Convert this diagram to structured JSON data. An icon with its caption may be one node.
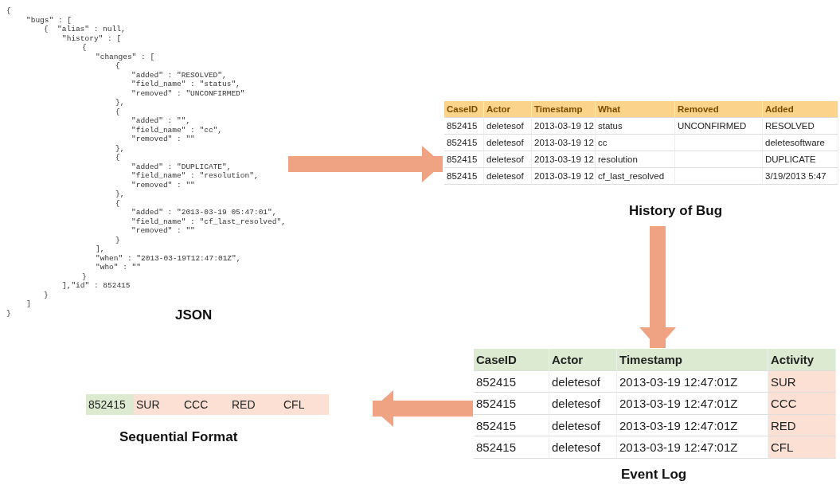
{
  "diagram": {
    "nodes": [
      {
        "text": [
          "{",
          "\"bugs\" : [",
          "{  \"alias\" : null,",
          "\"history\" : [",
          "{",
          "\"changes\" : [",
          "{",
          "\"added\" : \"RESOLVED\",",
          "\"field_name\" : \"status\",",
          "\"removed\" : \"UNCONFIRMED\"",
          "},",
          "{",
          "\"added\" : \"\",",
          "\"field_name\" : \"cc\",",
          "\"removed\" : \"\"",
          "},",
          "{",
          "\"added\" : \"DUPLICATE\",",
          "\"field_name\" : \"resolution\",",
          "\"removed\" : \"\"",
          "},",
          "{",
          "\"added\" : \"2013-03-19 05:47:01\",",
          "\"field_name\" : \"cf_last_resolved\",",
          "\"removed\" : \"\"",
          "}",
          "],",
          "\"when\" : \"2013-03-19T12:47:01Z\",",
          "\"who\" : \"\"",
          "}",
          "],\"id\" : 852415",
          "}",
          "]",
          "}"
        ],
        "beside": [
          "JSON"
        ]
      },
      {
        "text": [
          "CaseID",
          "Actor",
          "Timestamp",
          "What",
          "Removed",
          "Added",
          "852415",
          "deletesof",
          "2013-03-19 12",
          "status",
          "UNCONFIRMED",
          "RESOLVED",
          "852415",
          "deletesof",
          "2013-03-19 12",
          "cc",
          "deletesoftware",
          "852415",
          "deletesof",
          "2013-03-19 12",
          "resolution",
          "DUPLICATE",
          "852415",
          "deletesof",
          "2013-03-19 12",
          "cf_last_resolved",
          "3/19/2013 5:47"
        ],
        "beside": [
          "History of Bug"
        ]
      },
      {
        "text": [
          "CaseID",
          "Actor",
          "Timestamp",
          "Activity",
          "852415",
          "deletesof",
          "2013-03-19 12:47:01Z",
          "SUR",
          "852415",
          "deletesof",
          "2013-03-19 12:47:01Z",
          "CCC",
          "852415",
          "deletesof",
          "2013-03-19 12:47:01Z",
          "RED",
          "852415",
          "deletesof",
          "2013-03-19 12:47:01Z",
          "CFL"
        ],
        "beside": [
          "Event Log"
        ]
      },
      {
        "text": [
          "852415",
          "SUR",
          "CCC",
          "RED",
          "CFL"
        ],
        "beside": [
          "Sequential Format"
        ]
      }
    ],
    "edges": [
      {
        "from": 0,
        "to": 1,
        "arrow": "to"
      },
      {
        "from": 1,
        "to": 2,
        "arrow": "to"
      },
      {
        "from": 2,
        "to": 3,
        "arrow": "to"
      }
    ]
  }
}
